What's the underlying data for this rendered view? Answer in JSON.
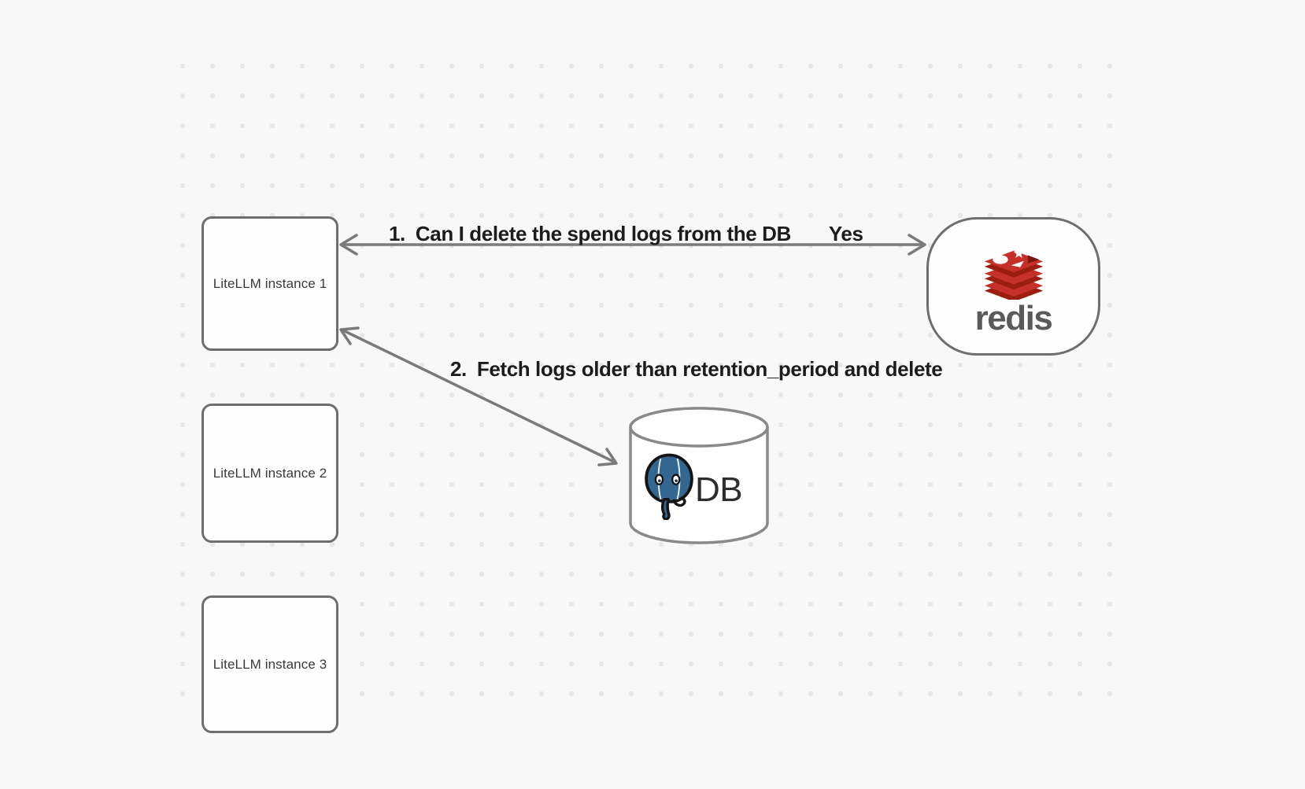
{
  "diagram": {
    "instances": [
      {
        "label": "LiteLLM instance 1"
      },
      {
        "label": "LiteLLM instance 2"
      },
      {
        "label": "LiteLLM instance 3"
      }
    ],
    "redis": {
      "name": "redis"
    },
    "database": {
      "label": "DB"
    },
    "messages": {
      "step1": {
        "number": "1.",
        "text": "Can I delete the spend logs from the DB",
        "reply": "Yes"
      },
      "step2": {
        "number": "2.",
        "text": "Fetch logs older than retention_period and delete"
      }
    },
    "colors": {
      "background": "#f8f8f8",
      "dot": "#e7e7e7",
      "node_border": "#6e6e6e",
      "node_fill": "#fefefe",
      "arrow": "#7a7a7a",
      "label_text": "#1c1c1c",
      "instance_text": "#3a3a3a",
      "cylinder_stroke": "#898989",
      "redis_red": "#C6302B",
      "redis_dark_red": "#9A1F10",
      "redis_notch": "#7C150D",
      "redis_wordmark": "#595a5c",
      "postgres_blue": "#336791",
      "db_text": "#2e2e2e"
    }
  }
}
